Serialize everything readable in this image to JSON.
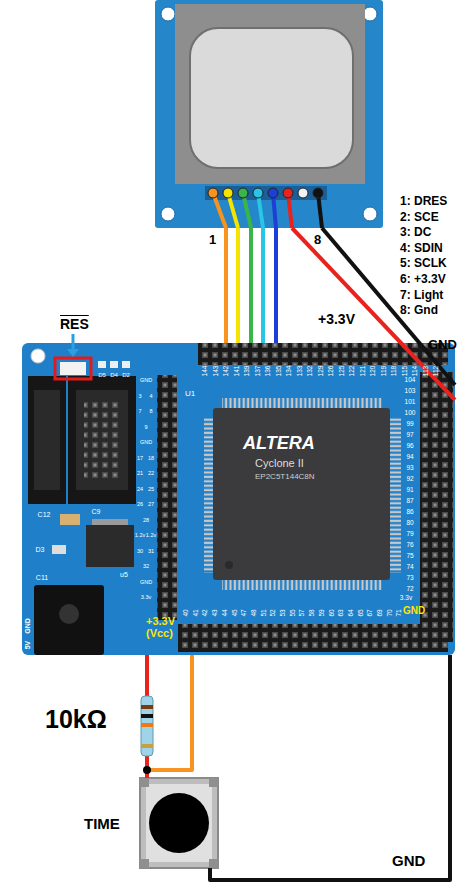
{
  "diagram": {
    "nodes": [
      {
        "text": [
          "1",
          "8"
        ]
      },
      {
        "text": [
          "RES"
        ]
      },
      {
        "text": [
          "ALTERA",
          "Cyclone II",
          "EP2C5T144C8N"
        ],
        "in": 1
      },
      {
        "text": [
          "10kΩ"
        ]
      },
      {
        "text": [
          "TIME"
        ]
      }
    ],
    "edges": [
      {
        "from": 0,
        "to": 1,
        "arrow": "none"
      },
      {
        "from": 0,
        "to": 1,
        "arrow": "none"
      },
      {
        "from": 0,
        "to": 1,
        "arrow": "none"
      },
      {
        "from": 0,
        "to": 1,
        "arrow": "none"
      },
      {
        "from": 0,
        "to": 1,
        "arrow": "none"
      },
      {
        "from": 0,
        "to": 1,
        "label": "+3.3V",
        "arrow": "none"
      },
      {
        "from": 0,
        "to": 1,
        "label": "GND",
        "arrow": "none"
      },
      {
        "from": 1,
        "to": 3,
        "label": "+3.3V (Vcc)",
        "arrow": "none"
      },
      {
        "from": 3,
        "to": 4,
        "arrow": "none"
      },
      {
        "from": 4,
        "to": 1,
        "arrow": "none"
      },
      {
        "from": 4,
        "to": 1,
        "label": "GND",
        "arrow": "none"
      }
    ],
    "labels": [
      "1: DRES",
      "2: SCE",
      "3: DC",
      "4: SDIN",
      "5: SCLK",
      "6: +3.3V",
      "7: Light",
      "8: Gnd",
      "D5",
      "D4",
      "D2",
      "C12",
      "C9",
      "D3",
      "u5",
      "C11",
      "GND",
      "5V",
      "U1",
      "GND",
      "3.3v",
      "144",
      "143",
      "142",
      "141",
      "139",
      "137",
      "136",
      "135",
      "134",
      "133",
      "132",
      "129",
      "126",
      "125",
      "122",
      "121",
      "120",
      "119",
      "118",
      "115",
      "114",
      "113",
      "112",
      "GND",
      "3",
      "4",
      "7",
      "8",
      "9",
      "GND",
      "17",
      "18",
      "21",
      "22",
      "24",
      "25",
      "26",
      "27",
      "28",
      "1.2v",
      "1.2v",
      "30",
      "31",
      "32",
      "GND",
      "3.3v",
      "104",
      "103",
      "101",
      "100",
      "99",
      "97",
      "96",
      "94",
      "93",
      "92",
      "91",
      "87",
      "86",
      "80",
      "79",
      "76",
      "75",
      "74",
      "73",
      "72",
      "40",
      "41",
      "42",
      "43",
      "44",
      "45",
      "47",
      "48",
      "51",
      "52",
      "53",
      "55",
      "57",
      "58",
      "59",
      "60",
      "63",
      "64",
      "65",
      "67",
      "69",
      "70",
      "71"
    ]
  }
}
